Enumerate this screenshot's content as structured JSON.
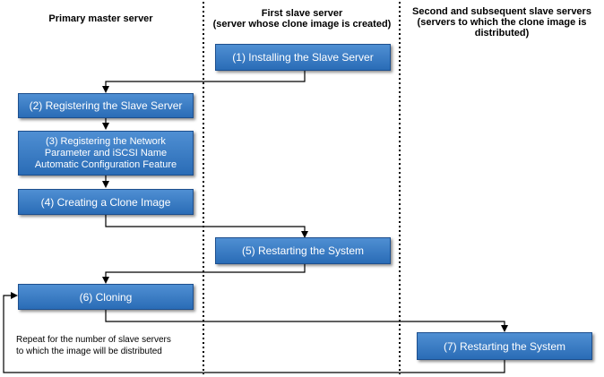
{
  "lanes": {
    "primary": "Primary master server",
    "first_slave": "First slave server\n(server whose clone image is created)",
    "subsequent_slaves": "Second and subsequent slave servers\n(servers to which the clone image is\ndistributed)"
  },
  "steps": [
    {
      "label": "(1) Installing the Slave Server"
    },
    {
      "label": "(2) Registering the Slave Server"
    },
    {
      "label": "(3) Registering the Network\nParameter and iSCSI Name\nAutomatic Configuration Feature"
    },
    {
      "label": "(4) Creating a Clone Image"
    },
    {
      "label": "(5) Restarting the System"
    },
    {
      "label": "(6) Cloning"
    },
    {
      "label": "(7) Restarting the System"
    }
  ],
  "repeat_note": "Repeat for the number of slave servers\nto which the image will be distributed",
  "colors": {
    "box_top": "#4f8fd3",
    "box_bottom": "#2a6cb6",
    "box_border": "#1d4f8e",
    "line": "#000000"
  }
}
